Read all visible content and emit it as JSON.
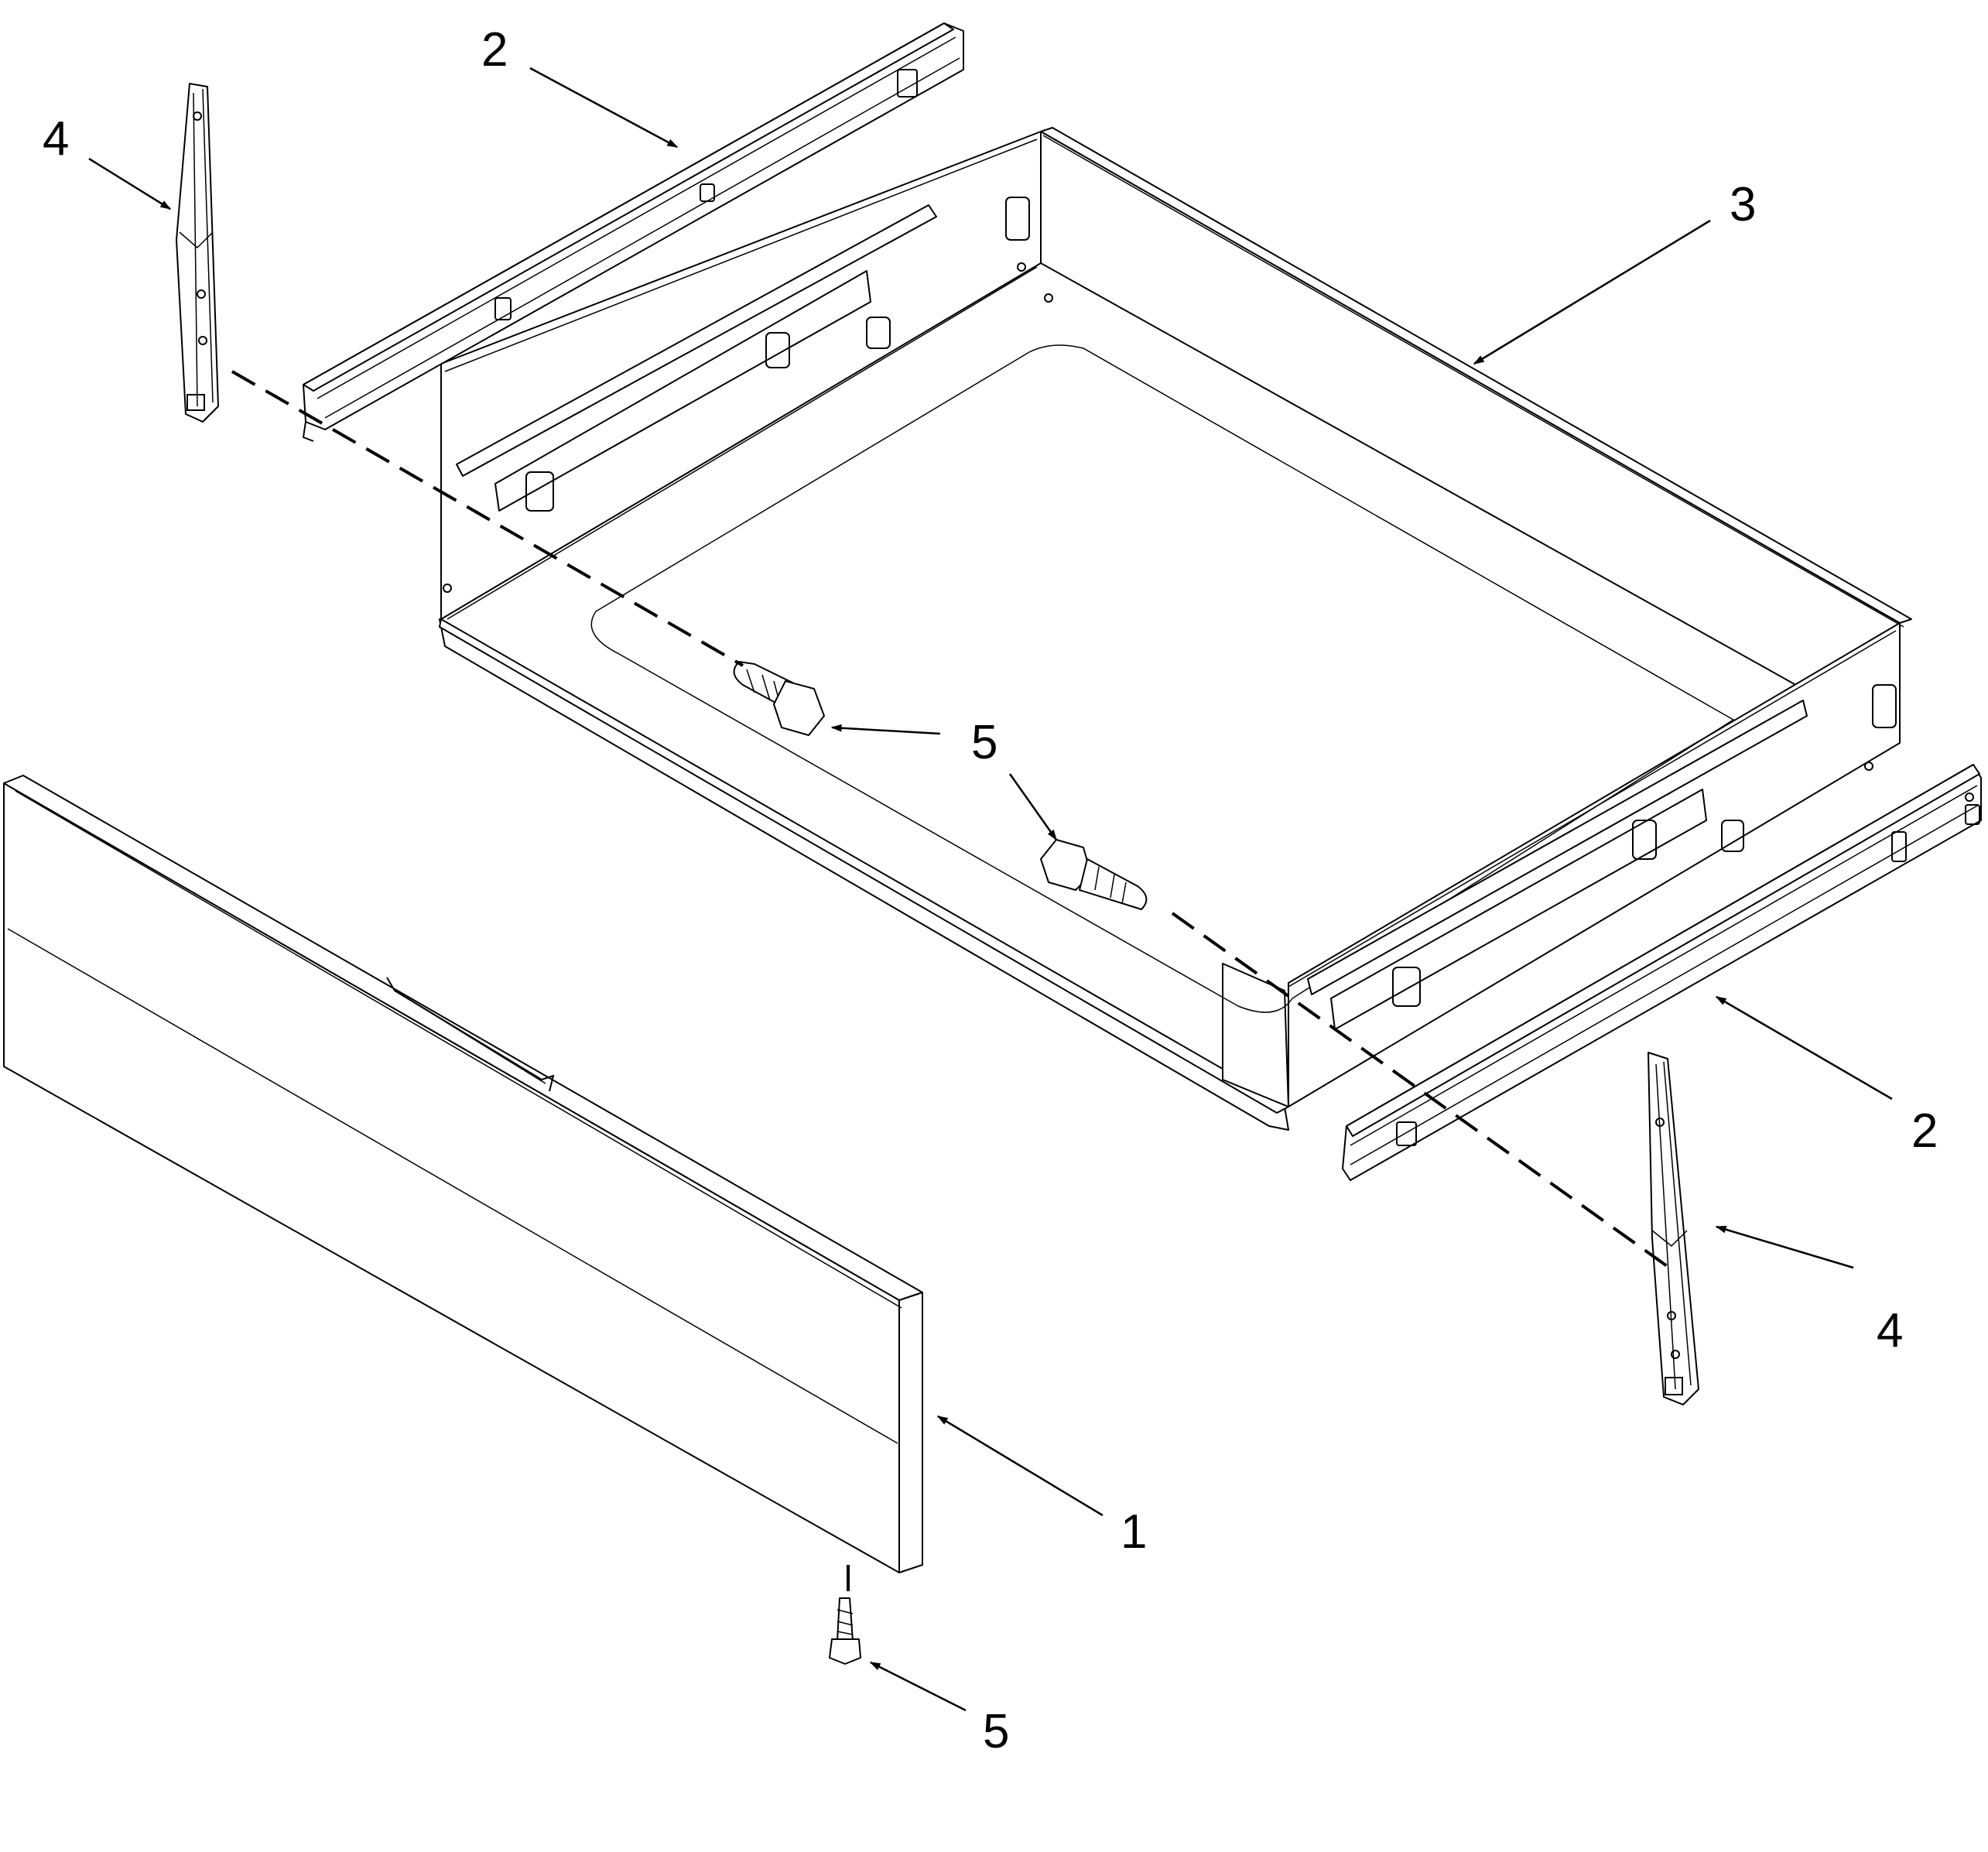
{
  "callouts": [
    {
      "id": "drawer-panel",
      "number": "1"
    },
    {
      "id": "slide-rail-left",
      "number": "2"
    },
    {
      "id": "slide-rail-right",
      "number": "2"
    },
    {
      "id": "drawer-body",
      "number": "3"
    },
    {
      "id": "bracket-left",
      "number": "4"
    },
    {
      "id": "bracket-right",
      "number": "4"
    },
    {
      "id": "screw-upper",
      "number": "5"
    },
    {
      "id": "screw-lower",
      "number": "5"
    },
    {
      "id": "screw-bottom",
      "number": "5"
    }
  ],
  "colors": {
    "line": "#000000",
    "background": "#ffffff"
  }
}
